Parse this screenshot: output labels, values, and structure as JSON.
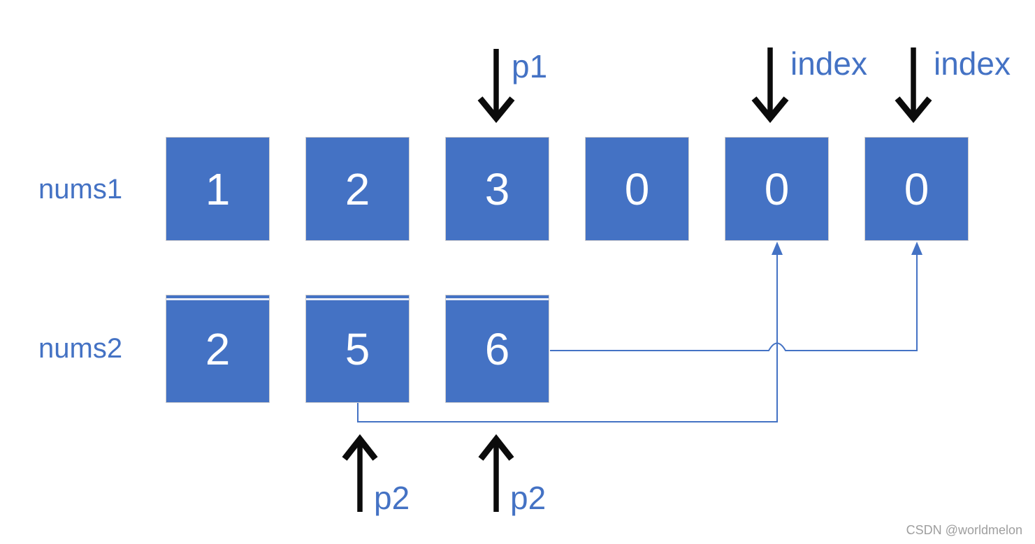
{
  "canvas": {
    "background": "#ffffff"
  },
  "colors": {
    "box_fill": "#4472C4",
    "box_border": "#cfcdcd",
    "label_blue": "#4472C4",
    "connector_blue": "#4472C4",
    "pointer_arrow_black": "#0b0b0b",
    "number_text": "#ffffff",
    "watermark_gray": "#9e9e9e"
  },
  "rows": [
    {
      "label": "nums1",
      "values": [
        "1",
        "2",
        "3",
        "0",
        "0",
        "0"
      ]
    },
    {
      "label": "nums2",
      "values": [
        "2",
        "5",
        "6"
      ]
    }
  ],
  "pointers": {
    "p1": "p1",
    "index_left": "index",
    "index_right": "index",
    "p2_left": "p2",
    "p2_right": "p2"
  },
  "watermark": "CSDN @worldmelon"
}
